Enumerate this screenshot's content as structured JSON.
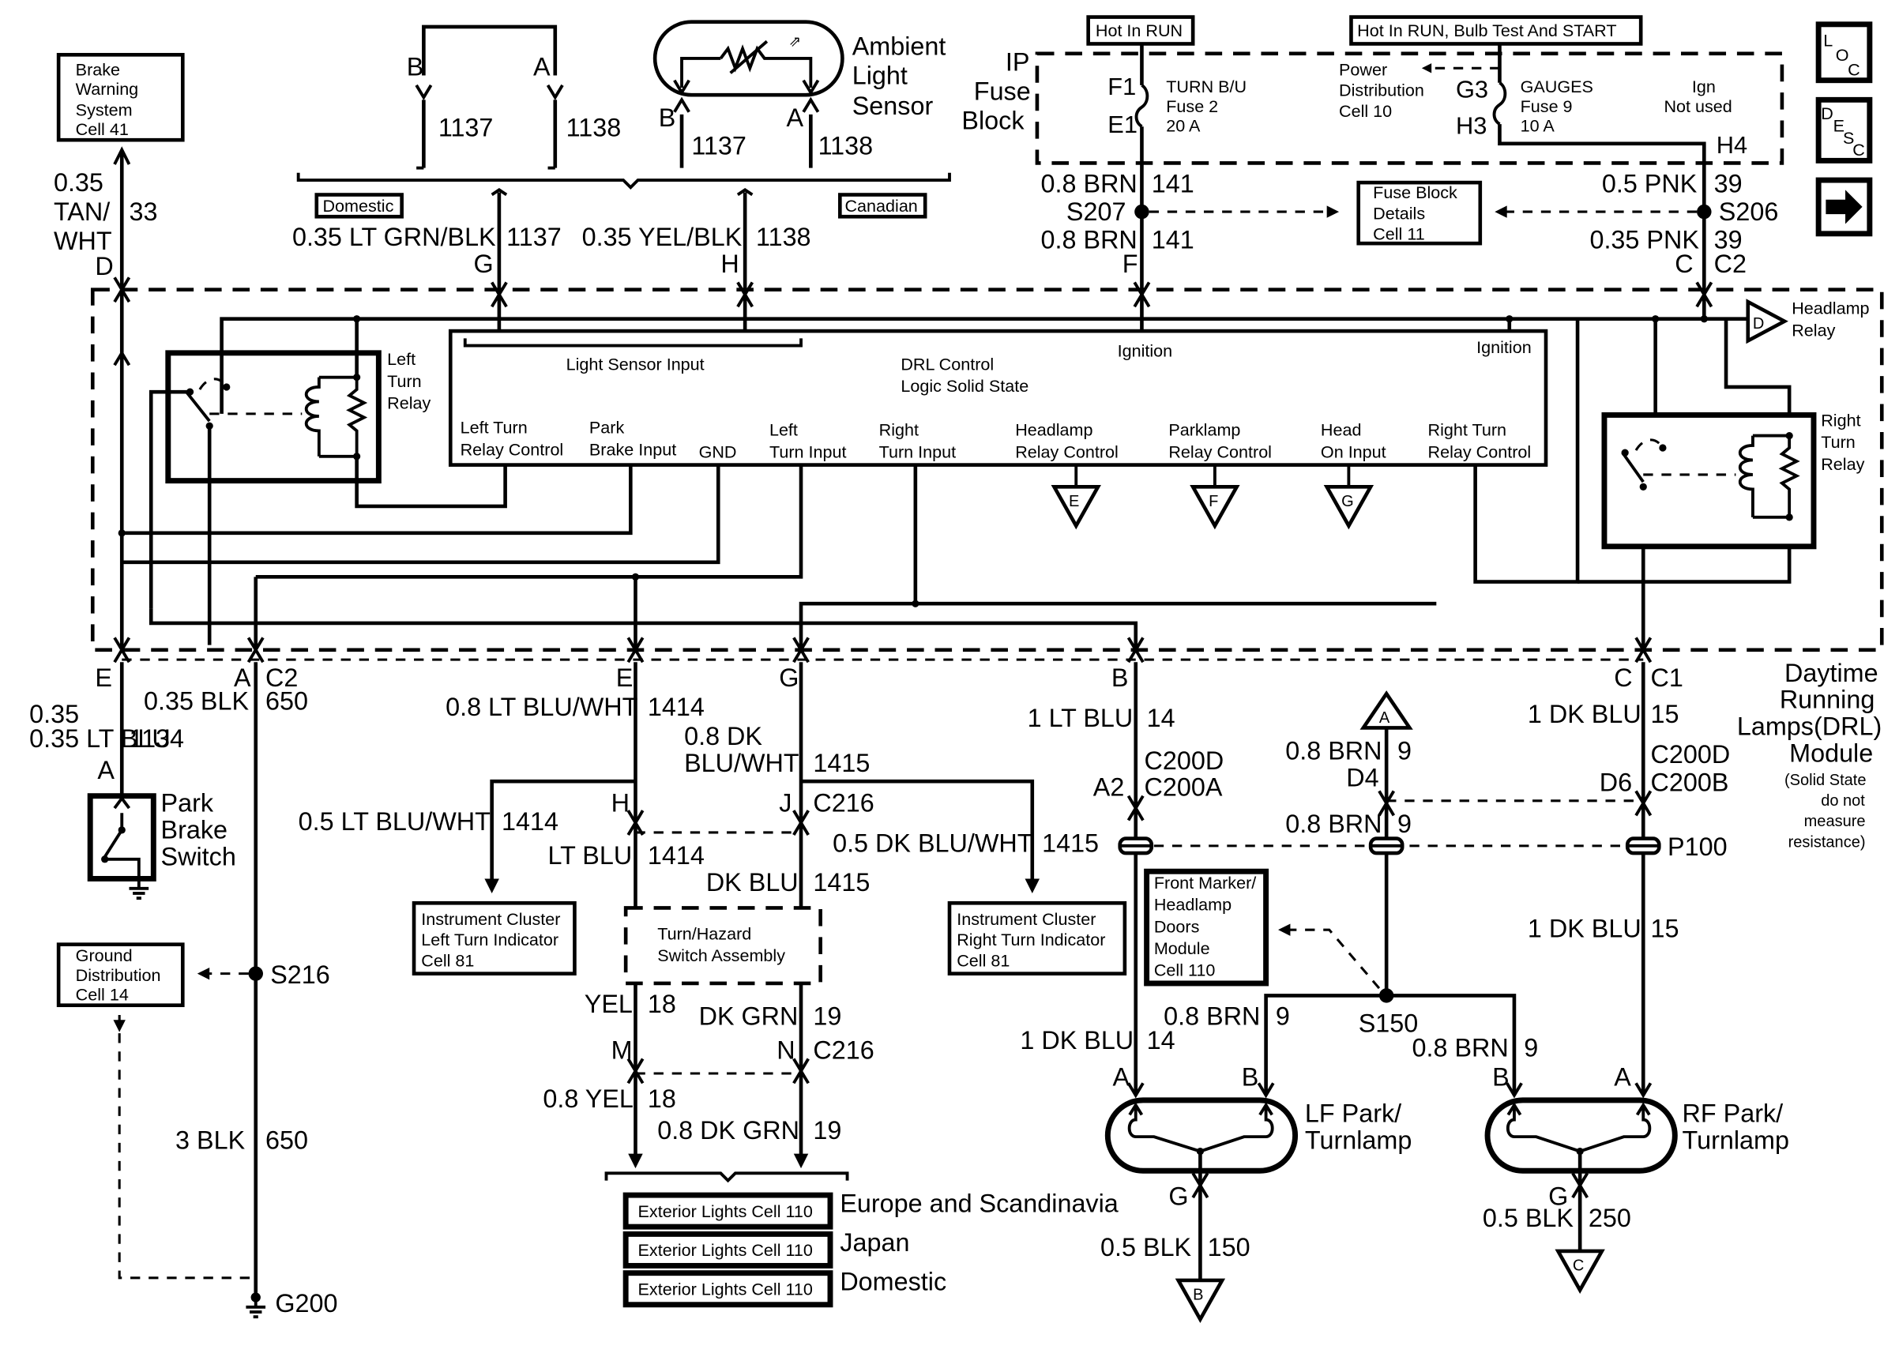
{
  "modules": {
    "drl": "Daytime Running Lamps(DRL) Module",
    "drl_note": "(Solid State do not measure resistance)",
    "control": "DRL Control Logic Solid State",
    "ip_fuse_block": "IP Fuse Block",
    "ambient_sensor": "Ambient Light Sensor",
    "left_turn_relay": "Left Turn Relay",
    "right_turn_relay": "Right Turn Relay",
    "headlamp_relay": "Headlamp Relay",
    "park_brake_switch": "Park Brake Switch",
    "turn_hazard_switch": "Turn/Hazard Switch Assembly",
    "lf_lamp": "LF Park/ Turnlamp",
    "rf_lamp": "RF Park/ Turnlamp"
  },
  "headers": {
    "hot_run": "Hot In RUN",
    "hot_run_bulb": "Hot In RUN, Bulb Test And START"
  },
  "fuses": {
    "turn_bu": "TURN B/U",
    "fuse2": "Fuse 2",
    "fuse2_amp": "20 A",
    "gauges": "GAUGES",
    "fuse9": "Fuse 9",
    "fuse9_amp": "10 A",
    "power_dist": "Power Distribution Cell 10",
    "ign_not_used": "Ign Not used"
  },
  "ref_boxes": {
    "brake_warning": "Brake Warning System Cell 41",
    "fuse_block_details": "Fuse Block Details Cell 11",
    "ground_dist": "Ground Distribution Cell 14",
    "ic_left": "Instrument Cluster Left Turn Indicator Cell 81",
    "ic_right": "Instrument Cluster Right Turn Indicator Cell 81",
    "front_marker": "Front Marker/ Headlamp Doors Module Cell 110",
    "ext_lights": "Exterior Lights Cell 110"
  },
  "regions": {
    "domestic": "Domestic",
    "canadian": "Canadian",
    "europe": "Europe and Scandinavia",
    "japan": "Japan",
    "domestic2": "Domestic"
  },
  "inputs": {
    "light_sensor": "Light Sensor Input",
    "ignition1": "Ignition",
    "ignition2": "Ignition",
    "left_turn_relay_ctrl": "Left Turn Relay Control",
    "park_brake": "Park Brake Input",
    "gnd": "GND",
    "left_turn": "Left Turn Input",
    "right_turn": "Right Turn Input",
    "headlamp_ctrl": "Headlamp Relay Control",
    "parklamp_ctrl": "Parklamp Relay Control",
    "head_on": "Head On Input",
    "right_turn_relay_ctrl": "Right Turn Relay Control"
  },
  "wires": {
    "tan_wht": "0.35 TAN/ WHT",
    "c33": "33",
    "lt_grn_blk": "0.35 LT GRN/BLK",
    "c1137": "1137",
    "yel_blk": "0.35 YEL/BLK",
    "c1138": "1138",
    "brn141": "0.8 BRN",
    "c141": "141",
    "pnk_top": "0.5 PNK",
    "pnk_bot": "0.35 PNK",
    "c39": "39",
    "lt_blu_1134": "0.35 LT BLU",
    "c1134": "1134",
    "blk650": "0.35 BLK",
    "c650": "650",
    "ltbluwht": "0.8 LT BLU/WHT",
    "c1414": "1414",
    "dkbluwht": "0.8 DK BLU/WHT",
    "c1415": "1415",
    "ltblu14": "1 LT BLU",
    "c14": "14",
    "dkblu15": "1 DK BLU",
    "c15": "15",
    "brn9": "0.8 BRN",
    "c9": "9",
    "ic_ltblu": "0.5 LT BLU/WHT",
    "ic_dkblu": "0.5 DK BLU/WHT",
    "ltblu": "LT BLU",
    "dkblu": "DK BLU",
    "yel": "YEL",
    "c18": "18",
    "dkgrn": "DK GRN",
    "c19": "19",
    "yel08": "0.8 YEL",
    "dkgrn08": "0.8 DK GRN",
    "blk3": "3 BLK",
    "dkblu14": "1 DK BLU",
    "blk150": "0.5 BLK",
    "c150": "150",
    "blk250": "0.5 BLK",
    "c250": "250"
  },
  "connectors": {
    "c2": "C2",
    "c1": "C1",
    "c216": "C216",
    "c200d": "C200D",
    "c200a": "C200A",
    "c200b": "C200B",
    "p100": "P100",
    "s207": "S207",
    "s206": "S206",
    "s216": "S216",
    "s150": "S150",
    "g200": "G200",
    "f1": "F1",
    "e1": "E1",
    "g3": "G3",
    "h3": "H3",
    "h4": "H4",
    "a2": "A2",
    "d4": "D4",
    "d6": "D6"
  },
  "pins": {
    "a": "A",
    "b": "B",
    "c": "C",
    "d": "D",
    "e": "E",
    "f": "F",
    "g": "G",
    "h": "H",
    "j": "J",
    "m": "M",
    "n": "N"
  },
  "nav_icons": [
    "loc-icon",
    "desc-icon",
    "next-arrow-icon"
  ],
  "nav_text": {
    "loc_l": "L",
    "loc_o": "O",
    "loc_c": "C",
    "desc_d": "D",
    "desc_e": "E",
    "desc_s": "S",
    "desc_c": "C"
  }
}
